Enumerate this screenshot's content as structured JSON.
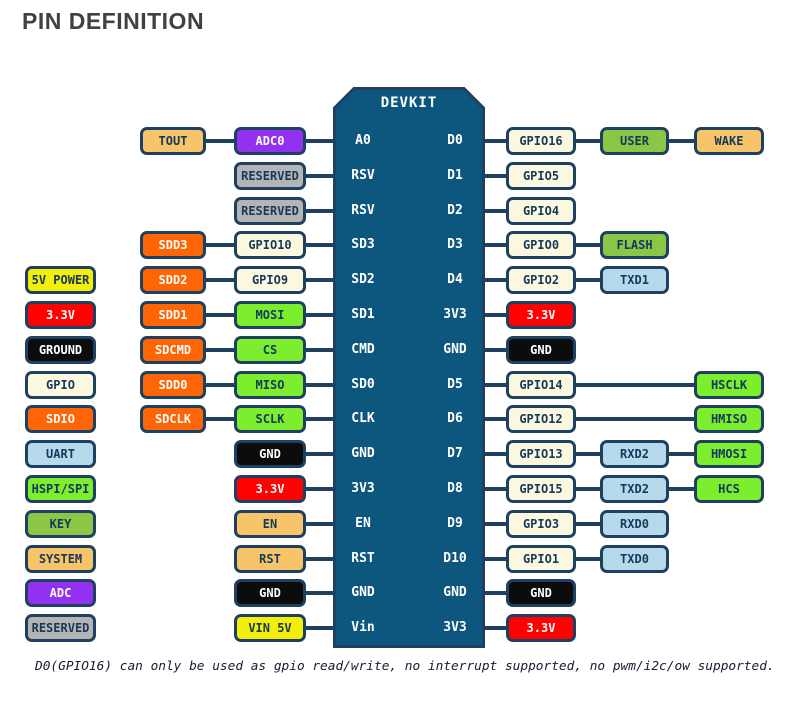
{
  "title": "PIN DEFINITION",
  "footnote": "D0(GPIO16) can only be used as gpio read/write, no interrupt supported, no pwm/i2c/ow supported.",
  "chip": {
    "label": "DEVKIT"
  },
  "colors": {
    "chip": "#0d567d",
    "border": "#1e4161",
    "tan": "#f8c469",
    "purple": "#9232f0",
    "gray": "#b4b4b4",
    "cream": "#fcf8e0",
    "orange": "#ff6505",
    "green_bright": "#7cee2d",
    "green_mid": "#8cc646",
    "blue_light": "#b7d9ec",
    "yellow": "#f4ee0b",
    "red": "#fe0202",
    "black": "#0c0c0c"
  },
  "legend": [
    {
      "label": "5V POWER",
      "color": "yellow"
    },
    {
      "label": "3.3V",
      "color": "red"
    },
    {
      "label": "GROUND",
      "color": "black"
    },
    {
      "label": "GPIO",
      "color": "cream"
    },
    {
      "label": "SDIO",
      "color": "orange"
    },
    {
      "label": "UART",
      "color": "blue_light"
    },
    {
      "label": "HSPI/SPI",
      "color": "green_bright"
    },
    {
      "label": "KEY",
      "color": "green_mid"
    },
    {
      "label": "SYSTEM",
      "color": "tan"
    },
    {
      "label": "ADC",
      "color": "purple"
    },
    {
      "label": "RESERVED",
      "color": "gray"
    }
  ],
  "rows": [
    {
      "pin_left": "A0",
      "pin_right": "D0",
      "left_outer": {
        "label": "TOUT",
        "color": "tan"
      },
      "left_inner": {
        "label": "ADC0",
        "color": "purple"
      },
      "right_inner": {
        "label": "GPIO16",
        "color": "cream"
      },
      "right_mid": {
        "label": "USER",
        "color": "green_mid"
      },
      "right_outer": {
        "label": "WAKE",
        "color": "tan"
      }
    },
    {
      "pin_left": "RSV",
      "pin_right": "D1",
      "left_inner": {
        "label": "RESERVED",
        "color": "gray"
      },
      "right_inner": {
        "label": "GPIO5",
        "color": "cream"
      }
    },
    {
      "pin_left": "RSV",
      "pin_right": "D2",
      "left_inner": {
        "label": "RESERVED",
        "color": "gray"
      },
      "right_inner": {
        "label": "GPIO4",
        "color": "cream"
      }
    },
    {
      "pin_left": "SD3",
      "pin_right": "D3",
      "left_outer": {
        "label": "SDD3",
        "color": "orange"
      },
      "left_inner": {
        "label": "GPIO10",
        "color": "cream"
      },
      "right_inner": {
        "label": "GPIO0",
        "color": "cream"
      },
      "right_mid": {
        "label": "FLASH",
        "color": "green_mid"
      }
    },
    {
      "pin_left": "SD2",
      "pin_right": "D4",
      "left_outer": {
        "label": "SDD2",
        "color": "orange"
      },
      "left_inner": {
        "label": "GPIO9",
        "color": "cream"
      },
      "right_inner": {
        "label": "GPIO2",
        "color": "cream"
      },
      "right_mid": {
        "label": "TXD1",
        "color": "blue_light"
      }
    },
    {
      "pin_left": "SD1",
      "pin_right": "3V3",
      "left_outer": {
        "label": "SDD1",
        "color": "orange"
      },
      "left_inner": {
        "label": "MOSI",
        "color": "green_bright"
      },
      "right_inner": {
        "label": "3.3V",
        "color": "red"
      }
    },
    {
      "pin_left": "CMD",
      "pin_right": "GND",
      "left_outer": {
        "label": "SDCMD",
        "color": "orange"
      },
      "left_inner": {
        "label": "CS",
        "color": "green_bright"
      },
      "right_inner": {
        "label": "GND",
        "color": "black"
      }
    },
    {
      "pin_left": "SD0",
      "pin_right": "D5",
      "left_outer": {
        "label": "SDD0",
        "color": "orange"
      },
      "left_inner": {
        "label": "MISO",
        "color": "green_bright"
      },
      "right_inner": {
        "label": "GPIO14",
        "color": "cream"
      },
      "right_outer": {
        "label": "HSCLK",
        "color": "green_bright"
      }
    },
    {
      "pin_left": "CLK",
      "pin_right": "D6",
      "left_outer": {
        "label": "SDCLK",
        "color": "orange"
      },
      "left_inner": {
        "label": "SCLK",
        "color": "green_bright"
      },
      "right_inner": {
        "label": "GPIO12",
        "color": "cream"
      },
      "right_outer": {
        "label": "HMISO",
        "color": "green_bright"
      }
    },
    {
      "pin_left": "GND",
      "pin_right": "D7",
      "left_inner": {
        "label": "GND",
        "color": "black"
      },
      "right_inner": {
        "label": "GPIO13",
        "color": "cream"
      },
      "right_mid": {
        "label": "RXD2",
        "color": "blue_light"
      },
      "right_outer": {
        "label": "HMOSI",
        "color": "green_bright"
      }
    },
    {
      "pin_left": "3V3",
      "pin_right": "D8",
      "left_inner": {
        "label": "3.3V",
        "color": "red"
      },
      "right_inner": {
        "label": "GPIO15",
        "color": "cream"
      },
      "right_mid": {
        "label": "TXD2",
        "color": "blue_light"
      },
      "right_outer": {
        "label": "HCS",
        "color": "green_bright"
      }
    },
    {
      "pin_left": "EN",
      "pin_right": "D9",
      "left_inner": {
        "label": "EN",
        "color": "tan"
      },
      "right_inner": {
        "label": "GPIO3",
        "color": "cream"
      },
      "right_mid": {
        "label": "RXD0",
        "color": "blue_light"
      }
    },
    {
      "pin_left": "RST",
      "pin_right": "D10",
      "left_inner": {
        "label": "RST",
        "color": "tan"
      },
      "right_inner": {
        "label": "GPIO1",
        "color": "cream"
      },
      "right_mid": {
        "label": "TXD0",
        "color": "blue_light"
      }
    },
    {
      "pin_left": "GND",
      "pin_right": "GND",
      "left_inner": {
        "label": "GND",
        "color": "black"
      },
      "right_inner": {
        "label": "GND",
        "color": "black"
      }
    },
    {
      "pin_left": "Vin",
      "pin_right": "3V3",
      "left_inner": {
        "label": "VIN 5V",
        "color": "yellow"
      },
      "right_inner": {
        "label": "3.3V",
        "color": "red"
      }
    }
  ]
}
